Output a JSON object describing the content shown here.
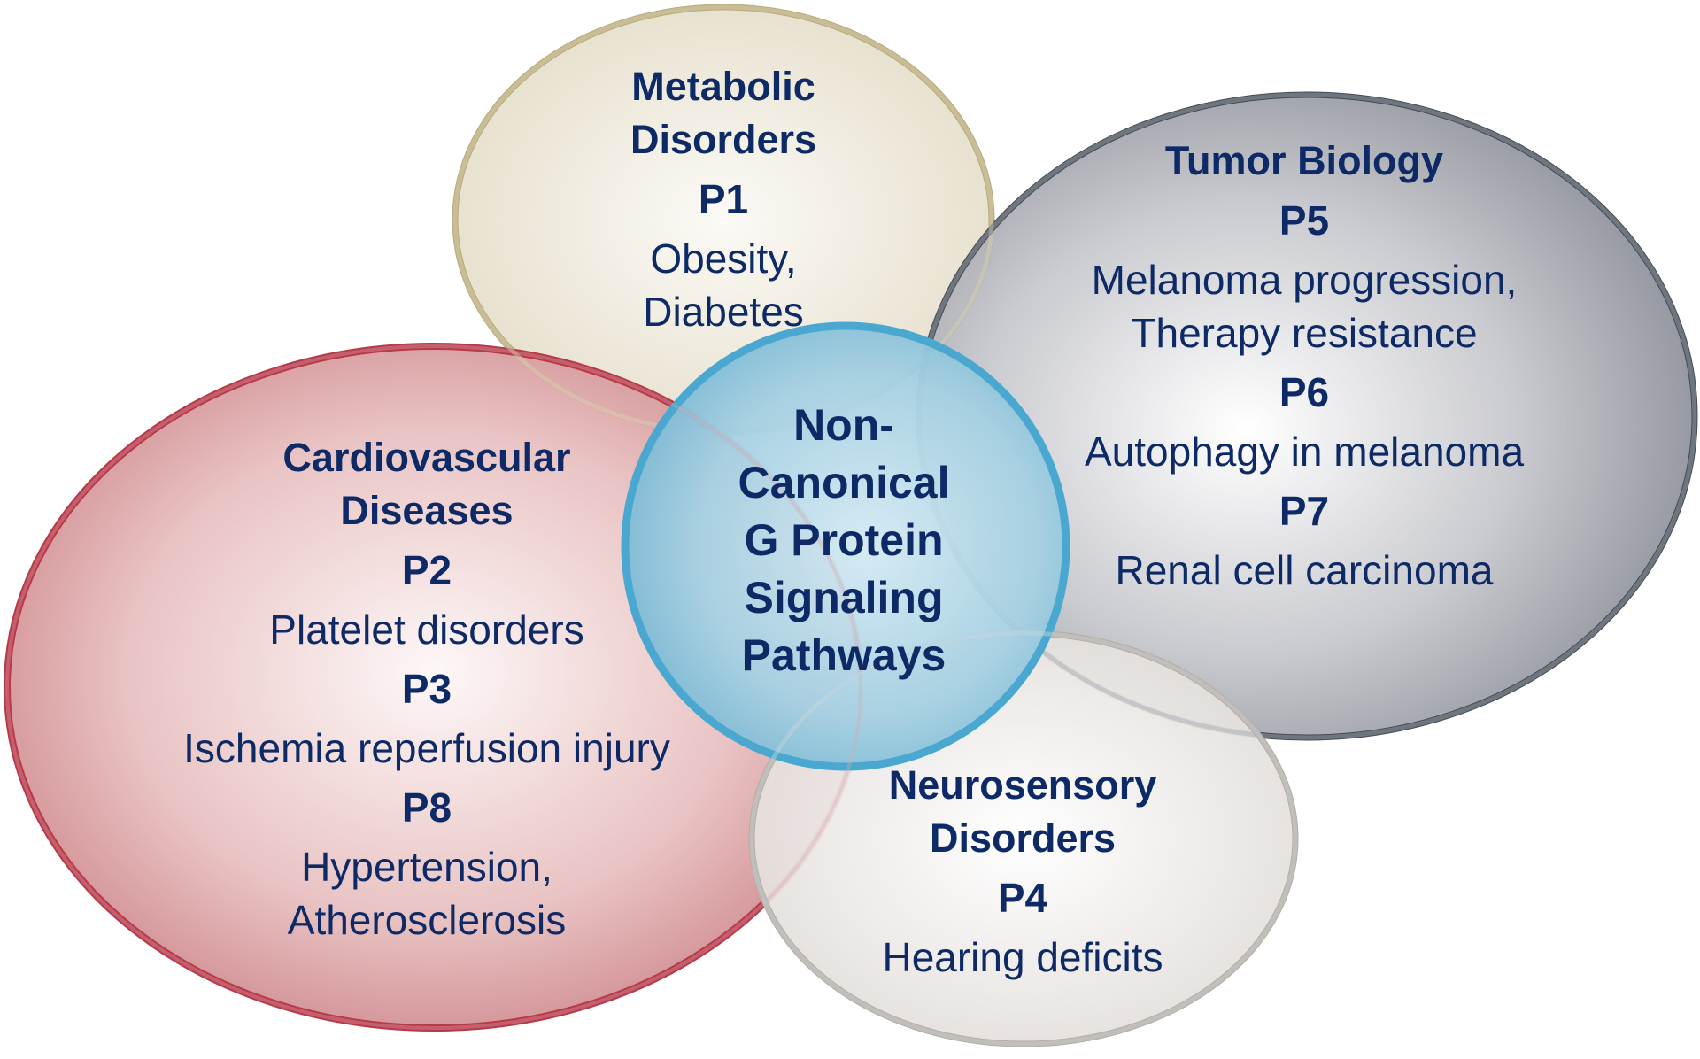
{
  "colors": {
    "text": "#0d2a66",
    "metabolic_stroke": "#b8ab7a",
    "metabolic_fill": "#ece6d6",
    "tumor_stroke": "#434b55",
    "tumor_fill": "#9a9ca4",
    "cardio_stroke": "#b83a4a",
    "cardio_fill": "#cf8a8e",
    "neuro_stroke": "#b8aca2",
    "neuro_fill": "#e8e4e2",
    "center_stroke": "#4aa8d0",
    "center_fill": "#8fc4da"
  },
  "center": {
    "lines": [
      "Non-",
      "Canonical",
      "G Protein",
      "Signaling",
      "Pathways"
    ]
  },
  "metabolic": {
    "title": [
      "Metabolic",
      "Disorders"
    ],
    "projects": [
      {
        "code": "P1",
        "desc": [
          "Obesity,",
          "Diabetes"
        ]
      }
    ]
  },
  "tumor": {
    "title": [
      "Tumor Biology"
    ],
    "projects": [
      {
        "code": "P5",
        "desc": [
          "Melanoma progression,",
          "Therapy resistance"
        ]
      },
      {
        "code": "P6",
        "desc": [
          "Autophagy in melanoma"
        ]
      },
      {
        "code": "P7",
        "desc": [
          "Renal cell carcinoma"
        ]
      }
    ]
  },
  "cardio": {
    "title": [
      "Cardiovascular",
      "Diseases"
    ],
    "projects": [
      {
        "code": "P2",
        "desc": [
          "Platelet disorders"
        ]
      },
      {
        "code": "P3",
        "desc": [
          "Ischemia reperfusion injury"
        ]
      },
      {
        "code": "P8",
        "desc": [
          "Hypertension,",
          "Atherosclerosis"
        ]
      }
    ]
  },
  "neuro": {
    "title": [
      "Neurosensory",
      "Disorders"
    ],
    "projects": [
      {
        "code": "P4",
        "desc": [
          "Hearing deficits"
        ]
      }
    ]
  }
}
